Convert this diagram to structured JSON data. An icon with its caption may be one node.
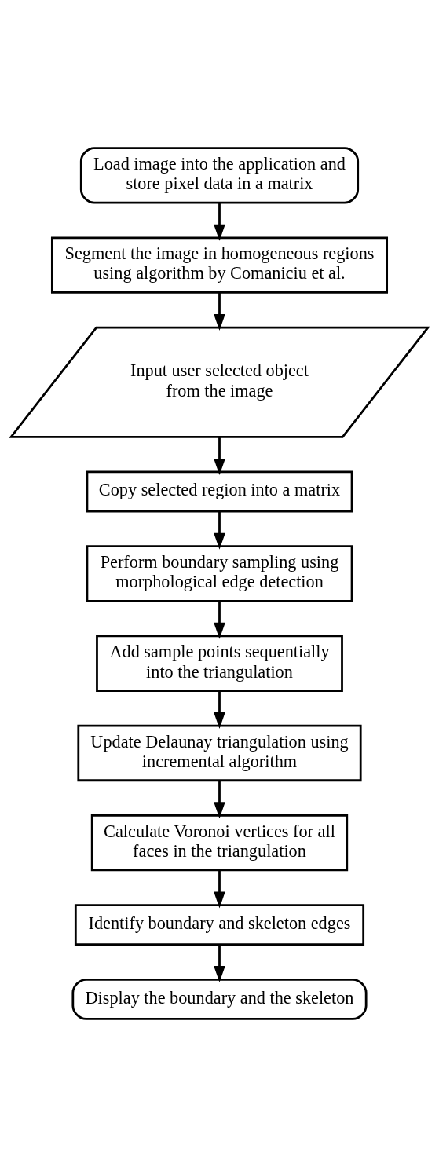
{
  "diagram": {
    "nodes": [
      {
        "text": [
          "Load image into the application and store pixel data in a matrix"
        ]
      },
      {
        "text": [
          "Segment the image in homogeneous regions using algorithm by Comaniciu et al."
        ]
      },
      {
        "text": [
          "Input user selected object from the image"
        ]
      },
      {
        "text": [
          "Copy selected region into a matrix"
        ]
      },
      {
        "text": [
          "Perform boundary sampling using morphological edge detection"
        ]
      },
      {
        "text": [
          "Add sample points sequentially into the triangulation"
        ]
      },
      {
        "text": [
          "Update Delaunay triangulation using incremental algorithm"
        ]
      },
      {
        "text": [
          "Calculate Voronoi vertices for all faces in the triangulation"
        ]
      },
      {
        "text": [
          "Identify boundary and skeleton edges"
        ]
      },
      {
        "text": [
          "Display the boundary and the skeleton"
        ]
      }
    ],
    "edges": [
      {
        "from": 0,
        "to": 1,
        "arrow": "to"
      },
      {
        "from": 1,
        "to": 2,
        "arrow": "to"
      },
      {
        "from": 2,
        "to": 3,
        "arrow": "to"
      },
      {
        "from": 3,
        "to": 4,
        "arrow": "to"
      },
      {
        "from": 4,
        "to": 5,
        "arrow": "to"
      },
      {
        "from": 5,
        "to": 6,
        "arrow": "to"
      },
      {
        "from": 6,
        "to": 7,
        "arrow": "to"
      },
      {
        "from": 7,
        "to": 8,
        "arrow": "to"
      },
      {
        "from": 8,
        "to": 9,
        "arrow": "to"
      }
    ]
  }
}
